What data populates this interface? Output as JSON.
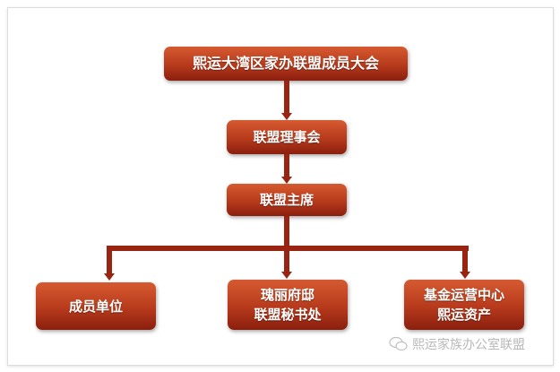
{
  "nodes": {
    "assembly": "熙运大湾区家办联盟成员大会",
    "council": "联盟理事会",
    "chairman": "联盟主席",
    "members": "成员单位",
    "secretariat_line1": "瑰丽府邸",
    "secretariat_line2": "联盟秘书处",
    "fund_line1": "基金运营中心",
    "fund_line2": "熙运资产"
  },
  "watermark": "熙运家族办公室联盟",
  "colors": {
    "box": "#b73a1c",
    "connector": "#9a2412"
  }
}
